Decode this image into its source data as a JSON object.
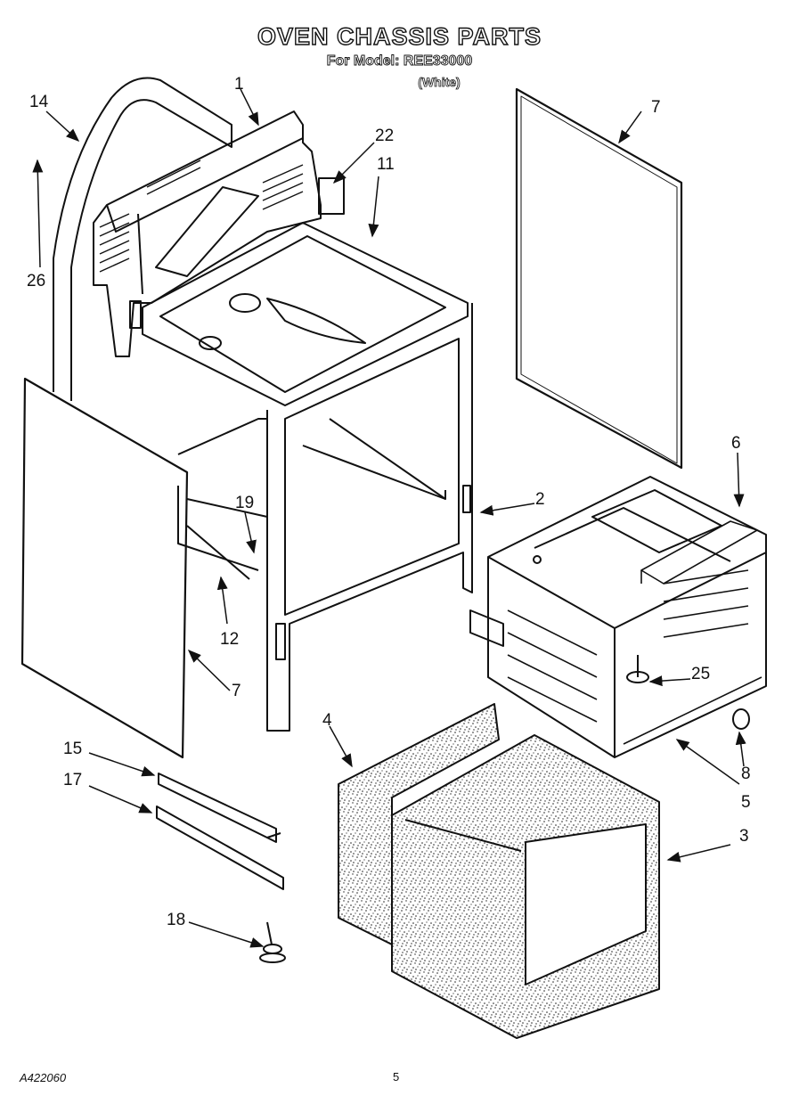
{
  "header": {
    "title": "OVEN CHASSIS PARTS",
    "model": "For Model: REE33000",
    "color": "(White)"
  },
  "callouts": [
    "1",
    "2",
    "3",
    "4",
    "5",
    "6",
    "7",
    "7",
    "8",
    "11",
    "12",
    "14",
    "15",
    "17",
    "18",
    "19",
    "22",
    "25",
    "26"
  ],
  "footer": {
    "doc_number": "A422060",
    "page_number": "5"
  }
}
